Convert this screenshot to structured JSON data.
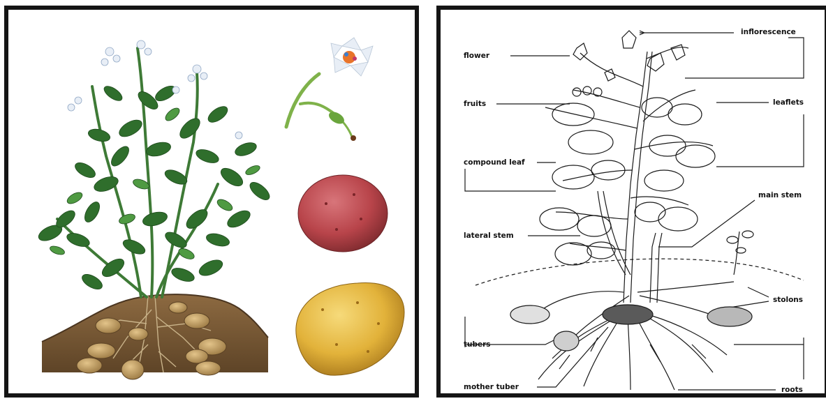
{
  "left_panel": {
    "colors": {
      "leaf": "#2f6e2c",
      "leaf_light": "#4f9a42",
      "soil": "#7a5a36",
      "red_potato": "#b8444a",
      "yellow_potato": "#e2b23a",
      "flower": "#e8eef6"
    }
  },
  "right_panel": {
    "labels": {
      "inflorescence": "inflorescence",
      "flower": "flower",
      "fruits": "fruits",
      "leaflets": "leaflets",
      "compound_leaf": "compound leaf",
      "main_stem": "main stem",
      "lateral_stem": "lateral stem",
      "stolons": "stolons",
      "tubers": "tubers",
      "mother_tuber": "mother tuber",
      "roots": "roots"
    }
  }
}
